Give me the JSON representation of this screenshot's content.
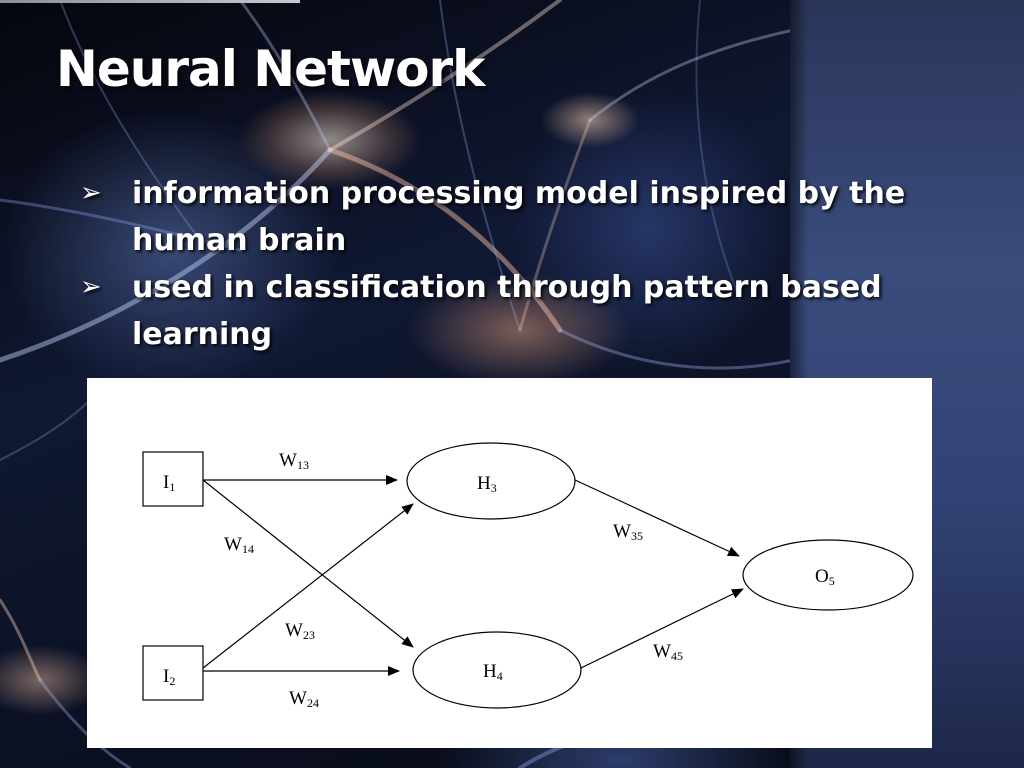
{
  "slide": {
    "title": "Neural Network",
    "bullets": [
      {
        "marker": "➢",
        "text": "information processing model inspired by the human brain"
      },
      {
        "marker": "➢",
        "text": "used in classification through pattern based learning"
      }
    ]
  },
  "diagram": {
    "nodes": {
      "i1": {
        "letter": "I",
        "sub": "1"
      },
      "i2": {
        "letter": "I",
        "sub": "2"
      },
      "h3": {
        "letter": "H",
        "sub": "3"
      },
      "h4": {
        "letter": "H",
        "sub": "4"
      },
      "o5": {
        "letter": "O",
        "sub": "5"
      }
    },
    "weights": {
      "w13": {
        "letter": "W",
        "sub": "13"
      },
      "w14": {
        "letter": "W",
        "sub": "14"
      },
      "w23": {
        "letter": "W",
        "sub": "23"
      },
      "w24": {
        "letter": "W",
        "sub": "24"
      },
      "w35": {
        "letter": "W",
        "sub": "35"
      },
      "w45": {
        "letter": "W",
        "sub": "45"
      }
    }
  },
  "colors": {
    "title_text": "#ffffff",
    "panel_blue": "#3a4c7c",
    "diagram_background": "#ffffff"
  }
}
